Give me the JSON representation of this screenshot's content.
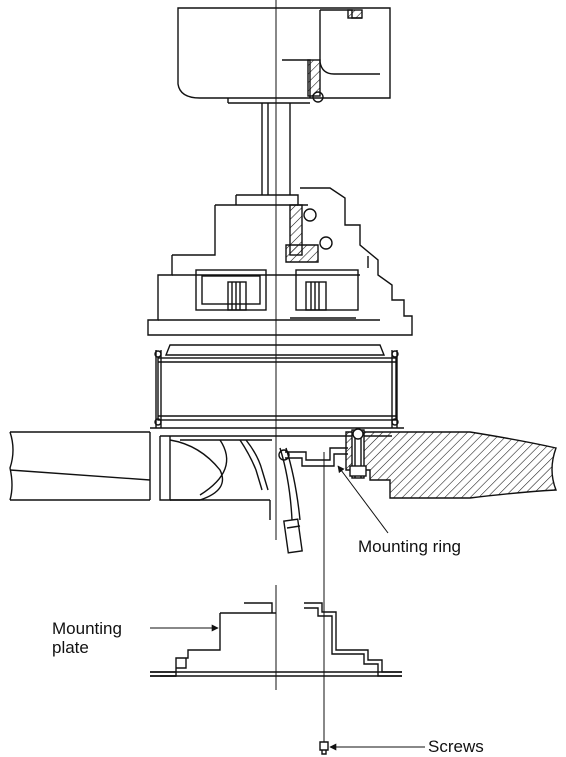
{
  "labels": {
    "mounting_ring": "Mounting ring",
    "mounting_plate_line1": "Mounting",
    "mounting_plate_line2": "plate",
    "screws": "Screws"
  },
  "colors": {
    "ink": "#111111",
    "background": "#ffffff"
  }
}
